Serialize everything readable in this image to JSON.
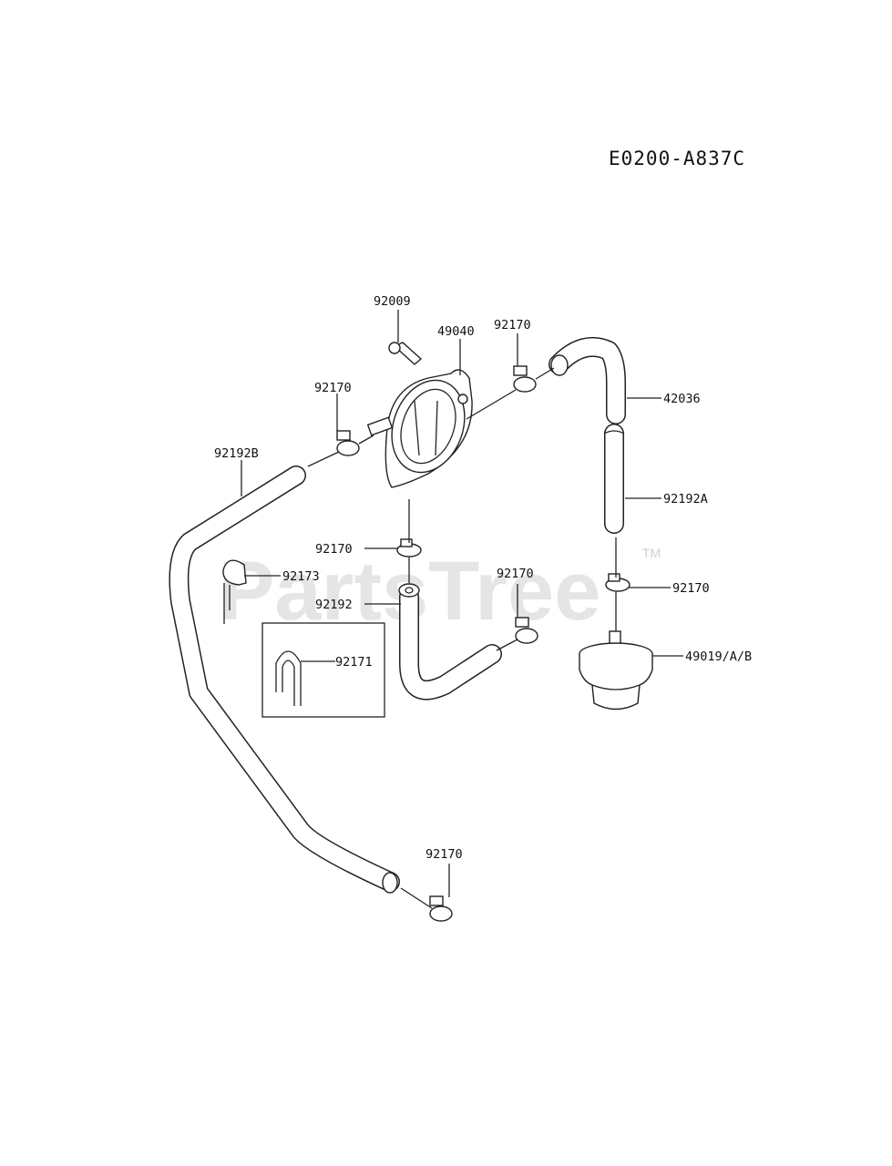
{
  "diagram_code": "E0200-A837C",
  "watermark": {
    "text": "PartsTree",
    "trademark": "TM"
  },
  "parts": {
    "bolt": "92009",
    "fuel_pump": "49040",
    "clamp_pump_outlet": "92170",
    "hose_outlet": "42036",
    "clamp_pump_inlet": "92170",
    "hose_long": "92192B",
    "hose_right_lower": "92192A",
    "clamp_pump_bottom": "92170",
    "clamp_filter_top": "92170",
    "clip_92173": "92173",
    "hose_short": "92192",
    "clamp_short_hose": "92170",
    "clip_92171": "92171",
    "fuel_filter": "49019/A/B",
    "clamp_bottom": "92170"
  }
}
